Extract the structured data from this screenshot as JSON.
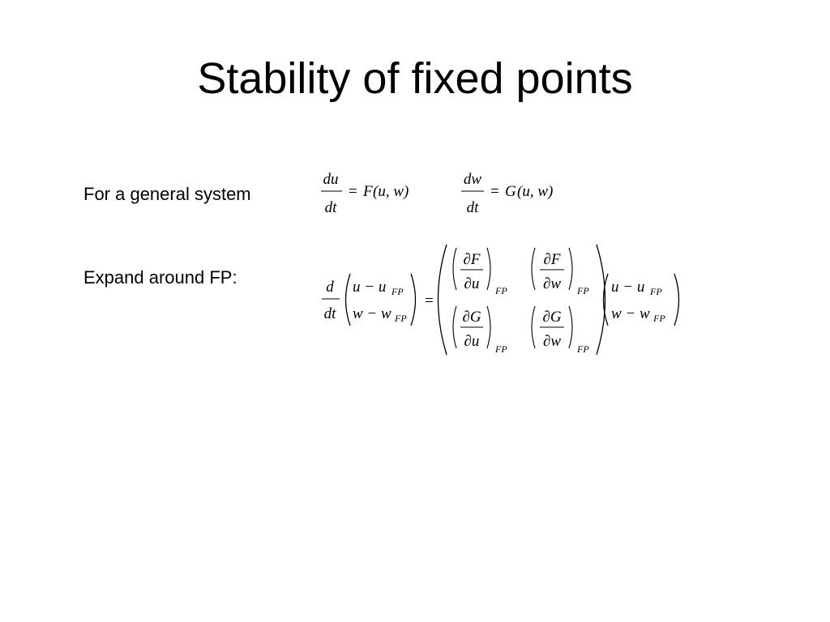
{
  "slide": {
    "title": "Stability of fixed points",
    "general_system_label": "For a general system",
    "expand_label": "Expand around FP:"
  },
  "equations": {
    "du_num": "du",
    "dw_num": "dw",
    "dt_den": "dt",
    "eq_sign": "=",
    "F_func": "F",
    "G_func": "G",
    "args": "(u, w)",
    "d_num": "d",
    "u_minus": "u − u",
    "w_minus": "w − w",
    "partial_F": "∂F",
    "partial_G": "∂G",
    "partial_u": "∂u",
    "partial_w": "∂w",
    "fp_sub": "FP"
  }
}
